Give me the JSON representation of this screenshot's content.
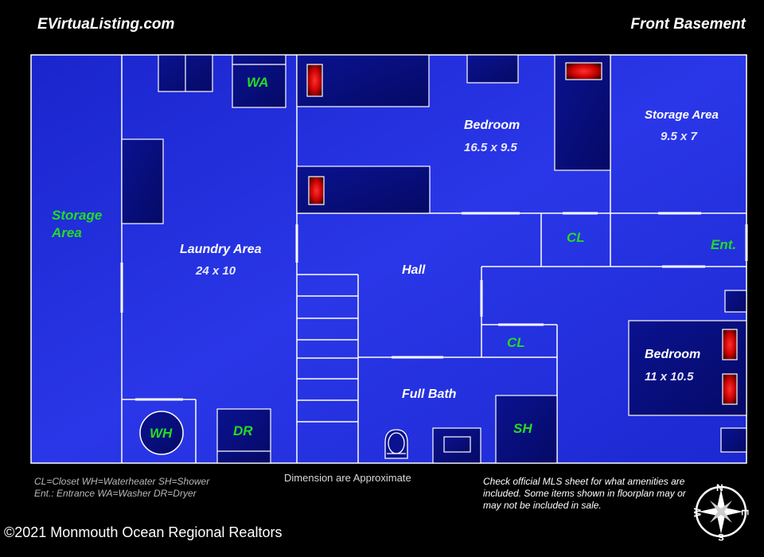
{
  "header": {
    "site": "EVirtuaListing.com",
    "title": "Front Basement"
  },
  "rooms": {
    "storage_left": {
      "line1": "Storage",
      "line2": "Area"
    },
    "laundry": {
      "name": "Laundry Area",
      "dim": "24 x 10"
    },
    "bedroom_top": {
      "name": "Bedroom",
      "dim": "16.5 x 9.5"
    },
    "storage_right": {
      "name": "Storage Area",
      "dim": "9.5 x 7"
    },
    "hall": {
      "name": "Hall"
    },
    "closet_top": {
      "name": "CL"
    },
    "closet_mid": {
      "name": "CL"
    },
    "entrance": {
      "name": "Ent."
    },
    "bedroom_right": {
      "name": "Bedroom",
      "dim": "11 x 10.5"
    },
    "full_bath": {
      "name": "Full Bath"
    },
    "shower": {
      "name": "SH"
    },
    "water_heater": {
      "name": "WH"
    },
    "dryer": {
      "name": "DR"
    },
    "washer": {
      "name": "WA"
    }
  },
  "legend": {
    "line1": "CL=Closet WH=Waterheater SH=Shower",
    "line2": "Ent.: Entrance  WA=Washer DR=Dryer"
  },
  "approx_note": "Dimension are Approximate",
  "disclaimer": "Check official MLS sheet for what amenities are included. Some items shown in floorplan may or may not be included in sale.",
  "copyright": "©2021 Monmouth Ocean Regional Realtors",
  "compass": {
    "n": "N",
    "e": "E",
    "s": "S",
    "w": "W"
  },
  "colors": {
    "background": "#000000",
    "floor_light": "#2f3df0",
    "floor_dark": "#050a6e",
    "room_label": "#ffffff",
    "green_label": "#22dd22",
    "lamp": "#ff2020"
  }
}
